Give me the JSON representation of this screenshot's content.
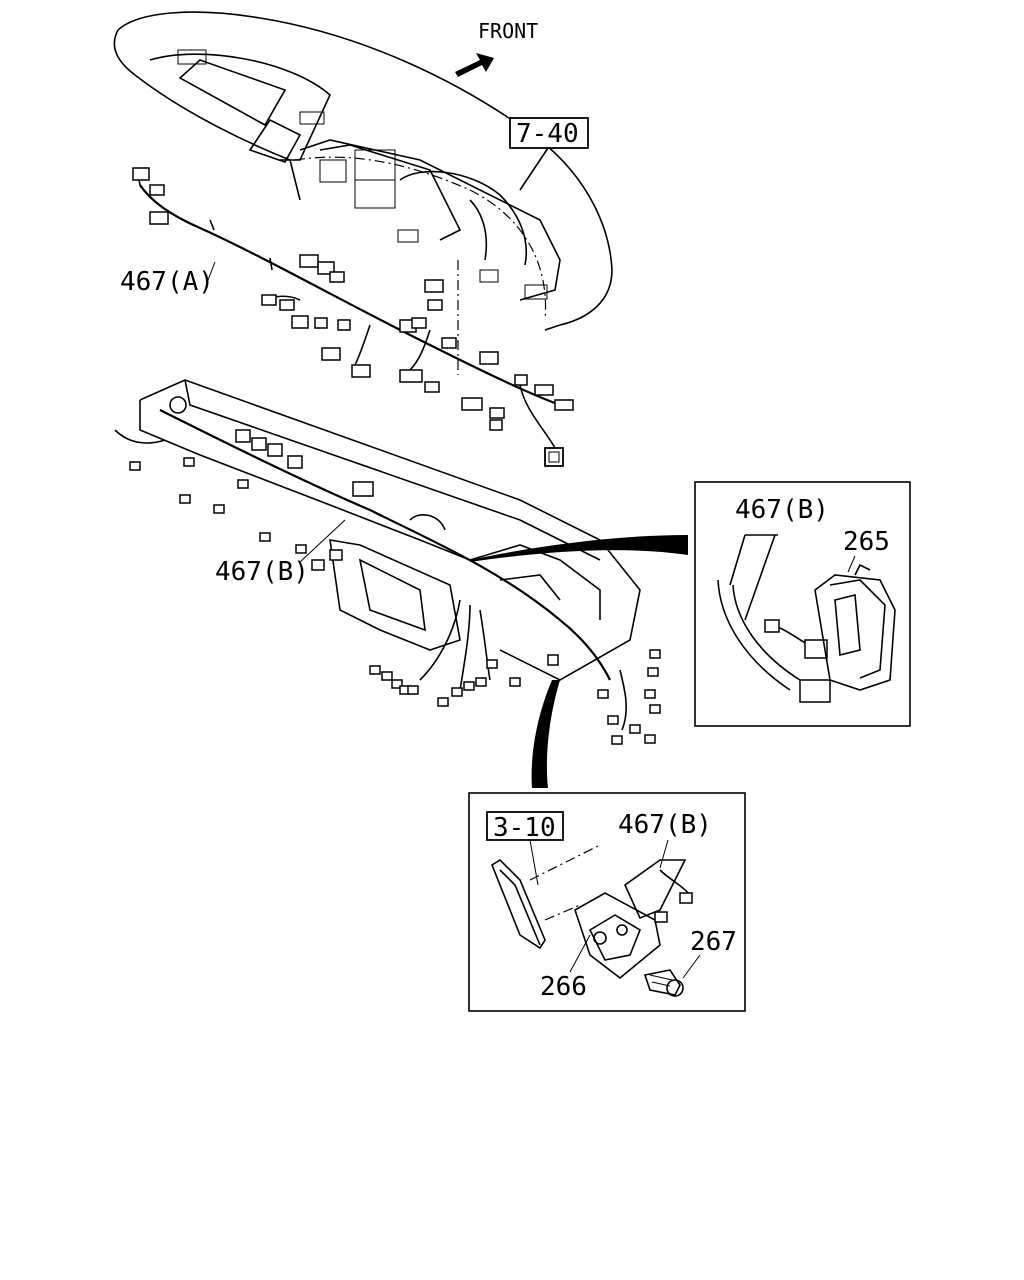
{
  "diagram": {
    "direction_label": "FRONT",
    "refs": {
      "instrument_panel_ref": "7-40",
      "bracket_ref": "3-10"
    },
    "callouts": {
      "harness_a": "467(A)",
      "harness_b_main": "467(B)",
      "harness_b_detail1": "467(B)",
      "harness_b_detail2": "467(B)",
      "relay_box": "265",
      "bracket": "266",
      "bolt": "267"
    }
  }
}
